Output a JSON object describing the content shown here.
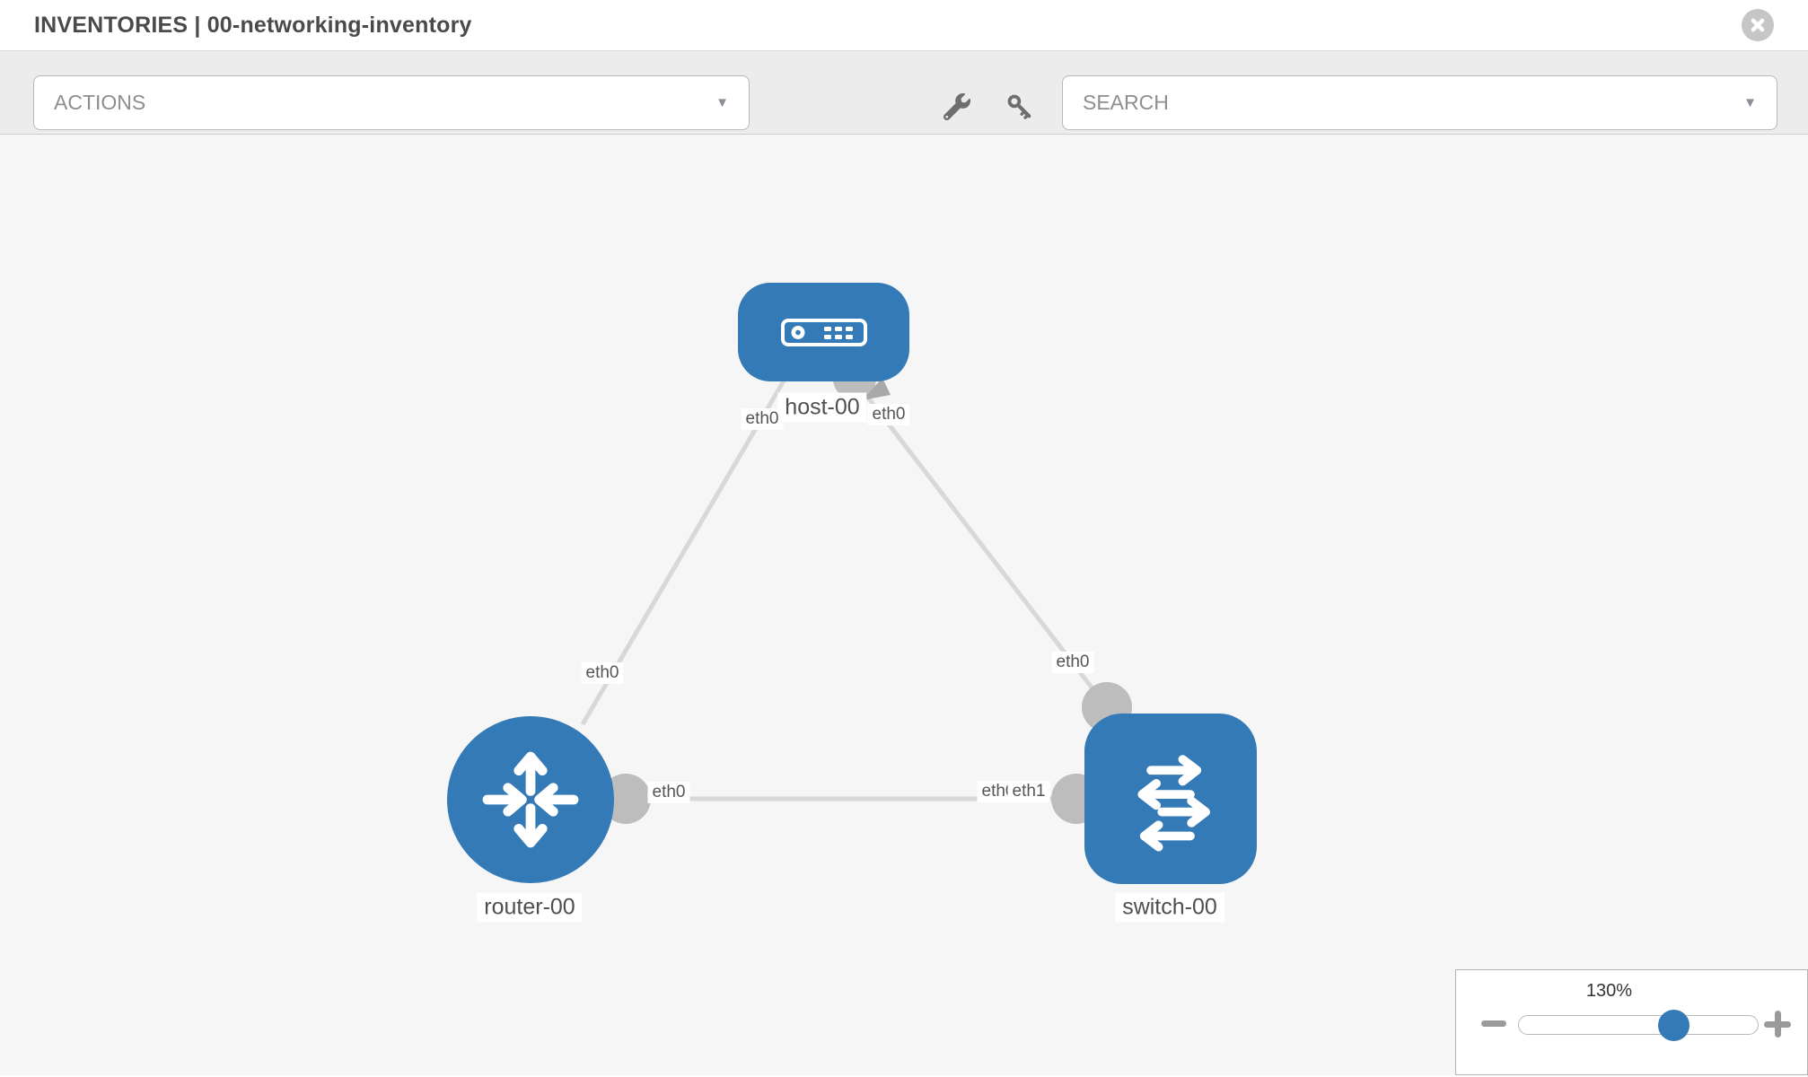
{
  "header": {
    "title": "INVENTORIES | 00-networking-inventory"
  },
  "toolbar": {
    "actions_label": "ACTIONS",
    "search_label": "SEARCH",
    "caret": "▼",
    "icons": [
      "wrench-icon",
      "key-icon"
    ]
  },
  "diagram": {
    "nodes": {
      "host": {
        "label": "host-00",
        "type": "host"
      },
      "router": {
        "label": "router-00",
        "type": "router"
      },
      "switch": {
        "label": "switch-00",
        "type": "switch"
      }
    },
    "links": [
      {
        "from": "host-00",
        "to": "router-00",
        "from_if": "eth0",
        "to_if": "eth0"
      },
      {
        "from": "host-00",
        "to": "switch-00",
        "from_if": "eth0",
        "to_if": "eth0"
      },
      {
        "from": "router-00",
        "to": "switch-00",
        "from_if": "eth0",
        "to_if": "eth1"
      }
    ],
    "interfaces": {
      "host_to_router": "eth0",
      "router_to_host": "eth0",
      "host_to_switch": "eth0",
      "switch_to_host": "eth0",
      "router_to_switch": "eth0",
      "switch_to_router_under": "eth0",
      "switch_to_router": "eth1"
    },
    "colors": {
      "node_blue": "#337ab7",
      "link_gray": "#d8d8d8",
      "interface_gray": "#bdbdbd",
      "canvas_bg": "#f6f6f6"
    }
  },
  "zoom_control": {
    "level": "130%",
    "minus_icon": "minus",
    "plus_icon": "plus"
  }
}
